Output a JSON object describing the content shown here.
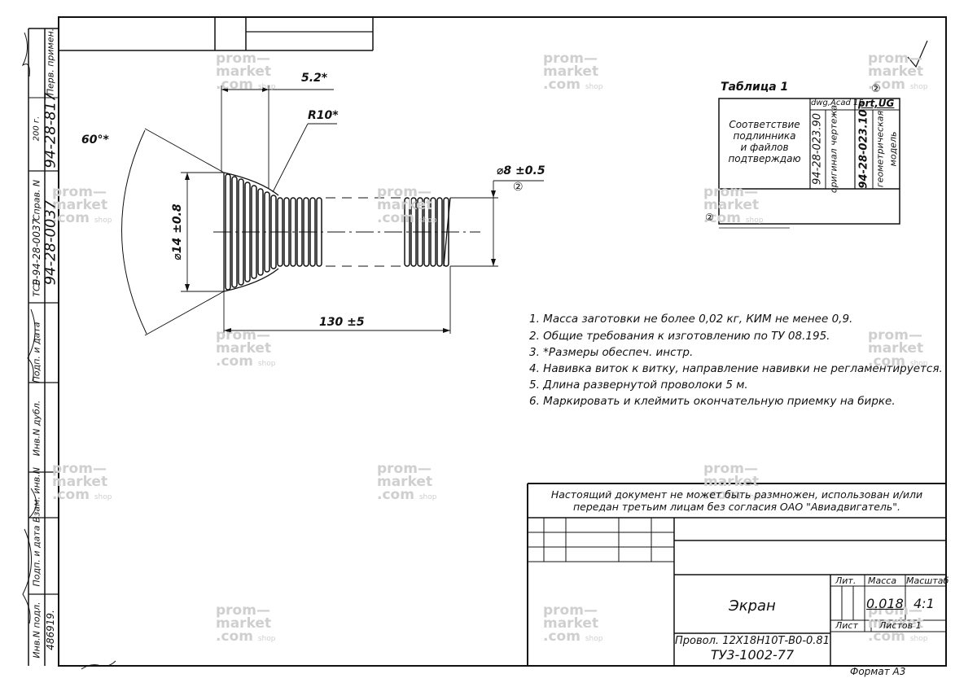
{
  "frame_stamp_codes": [
    "94-28-817",
    "94-28-0037",
    "Э-94-28-0037",
    "TCE"
  ],
  "side_labels": {
    "perv_primen": "Перв. примен.",
    "sprav_n": "Справ. N",
    "god": "200   г.",
    "podp_data": "Подп. и дата",
    "inv_dubl": "Инв.N дубл.",
    "vzam_inv": "Взам. инв.N",
    "podp_data2": "Подп. и дата",
    "inv_podl": "Инв.N подл.",
    "inv_podl_number": "486919."
  },
  "dimensions": {
    "angle": "60°*",
    "pitch": "5.2*",
    "radius": "R10*",
    "outer_diameter": "⌀14 ±0.8",
    "inner_diameter": "⌀8 ±0.5",
    "inner_diameter_mark": "②",
    "length": "130 ±5"
  },
  "table1": {
    "title": "Таблица 1",
    "header_mark": "②",
    "confirm_text": [
      "Соответствие",
      "подлинника",
      "и файлов",
      "подтверждаю"
    ],
    "col1_header": "dwg,Acad 15",
    "col2_header": "prt,UG",
    "col1_code": "94-28-023.90",
    "col1_desc": "оригинал чертежа",
    "col2_code": "94-28-023.10",
    "col2_desc1": "геометрическая",
    "col2_desc2": "модель",
    "bottom_mark": "②"
  },
  "notes": [
    "1.  Масса заготовки не более 0,02 кг, КИМ не менее 0,9.",
    "2.  Общие требования к изготовлению по ТУ 08.195.",
    "3.  *Размеры обеспеч. инстр.",
    "4.  Навивка виток к витку, направление навивки не регламентируется.",
    "5.  Длина развернутой проволоки 5 м.",
    "6.  Маркировать и клеймить окончательную приемку на бирке."
  ],
  "title_block": {
    "copyright_line1": "Настоящий документ не может быть размножен, использован и/или",
    "copyright_line2": "передан третьим лицам без согласия ОАО \"Авиадвигатель\".",
    "part_name": "Экран",
    "material_line1": "Провол. 12Х18Н10Т-В0-0.81",
    "material_line2": "ТУ3-1002-77",
    "lit_label": "Лит.",
    "mass_label": "Масса",
    "scale_label": "Масштаб",
    "mass_value": "0.018",
    "scale_value": "4:1",
    "sheet_label": "Лист",
    "sheets_label": "Листов 1"
  },
  "format_label": "Формат А3",
  "watermark": {
    "line1": "prom—",
    "line2": "market",
    "line3": ".com",
    "shop": "shop"
  }
}
